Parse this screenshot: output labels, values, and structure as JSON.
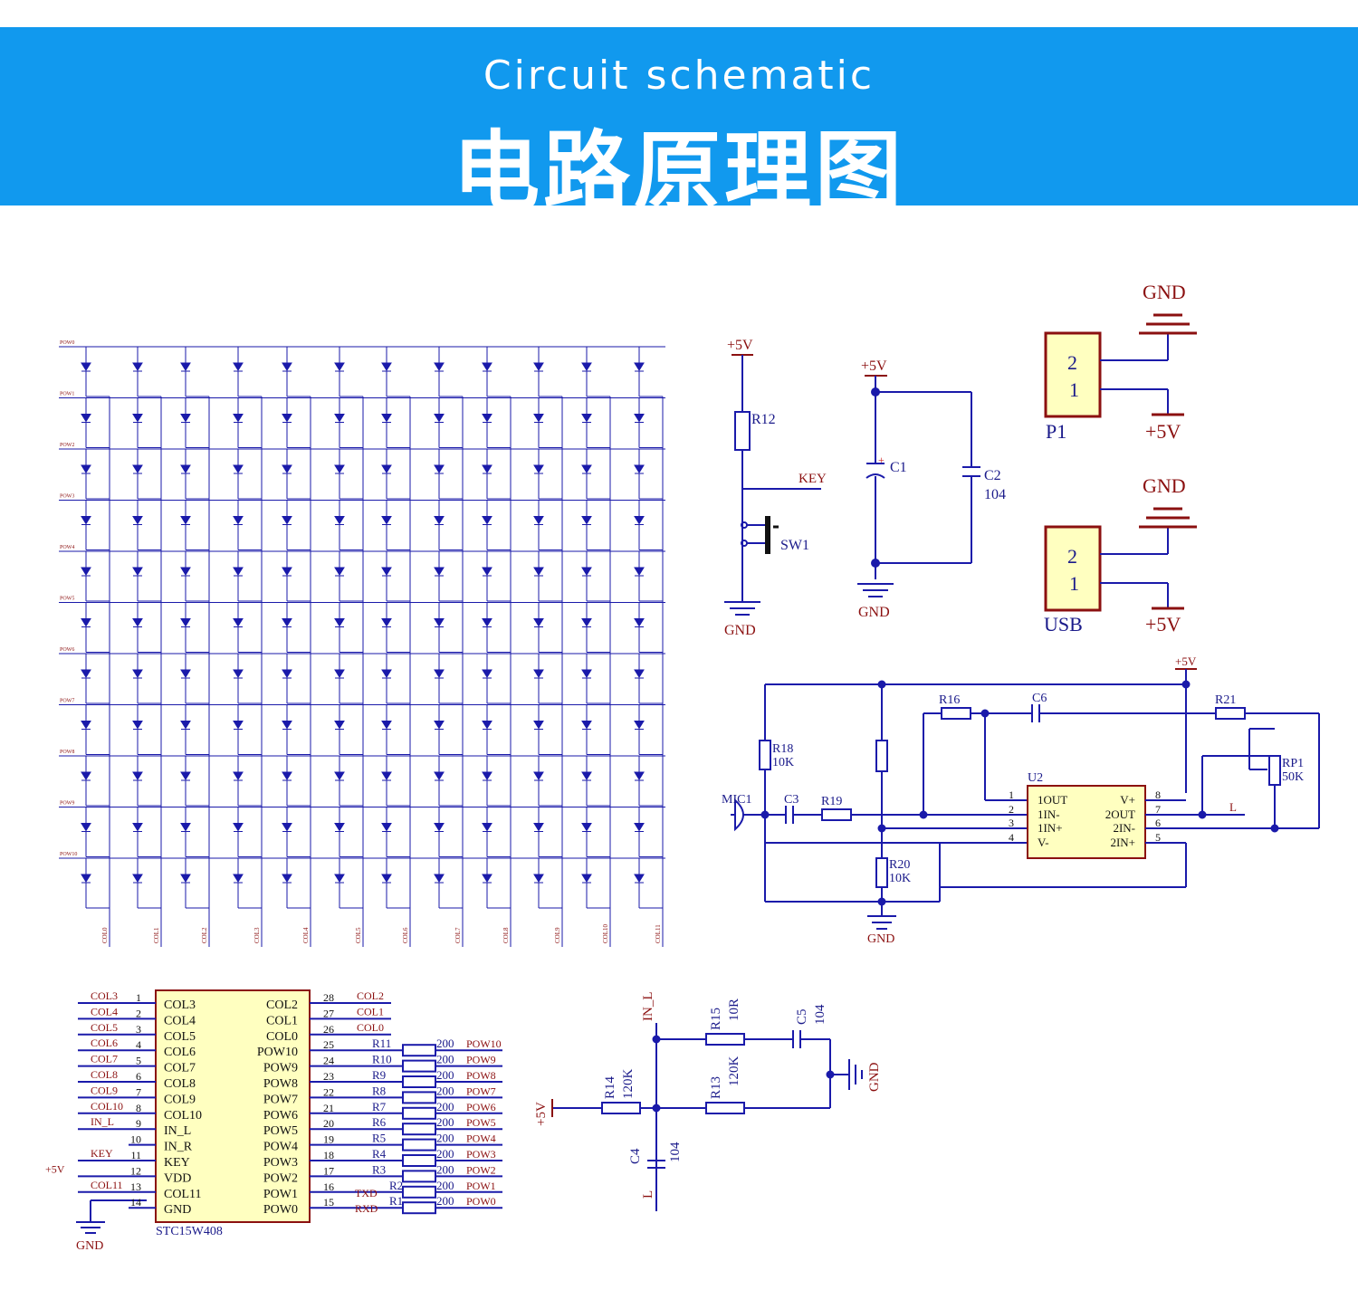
{
  "header": {
    "title_en": "Circuit schematic",
    "title_cn": "电路原理图"
  },
  "colors": {
    "banner": "#1199ee",
    "wire": "#1a1aaa",
    "label": "#8b1010",
    "body": "#ffffc0"
  },
  "matrix": {
    "row_labels": [
      "POW0",
      "POW1",
      "POW2",
      "POW3",
      "POW4",
      "POW5",
      "POW6",
      "POW7",
      "POW8",
      "POW9",
      "POW10"
    ],
    "col_labels": [
      "COL0",
      "COL1",
      "COL2",
      "COL3",
      "COL4",
      "COL5",
      "COL6",
      "COL7",
      "COL8",
      "COL9",
      "COL10",
      "COL11"
    ]
  },
  "key_circuit": {
    "vcc": "+5V",
    "resistor": "R12",
    "net": "KEY",
    "switch": "SW1",
    "gnd": "GND"
  },
  "cap_circuit": {
    "vcc": "+5V",
    "c1": "C1",
    "c2": "C2",
    "c2_value": "104",
    "gnd": "GND"
  },
  "p1": {
    "pin2": "2",
    "pin1": "1",
    "name": "P1",
    "gnd": "GND",
    "vcc": "+5V"
  },
  "usb": {
    "pin2": "2",
    "pin1": "1",
    "name": "USB",
    "gnd": "GND",
    "vcc": "+5V"
  },
  "amp": {
    "vcc": "+5V",
    "r16": "R16",
    "c6": "C6",
    "r21": "R21",
    "r18": "R18",
    "r18_value": "10K",
    "rp1": "RP1",
    "rp1_value": "50K",
    "u2": "U2",
    "mic": "MIC1",
    "c3": "C3",
    "r19": "R19",
    "r20": "R20",
    "r20_value": "10K",
    "out_net": "L",
    "gnd": "GND",
    "left_pins": [
      [
        "1",
        "1OUT"
      ],
      [
        "2",
        "1IN-"
      ],
      [
        "3",
        "1IN+"
      ],
      [
        "4",
        "V-"
      ]
    ],
    "right_pins": [
      [
        "8",
        "V+"
      ],
      [
        "7",
        "2OUT"
      ],
      [
        "6",
        "2IN-"
      ],
      [
        "5",
        "2IN+"
      ]
    ]
  },
  "mcu": {
    "name": "STC15W408",
    "left": [
      {
        "net": "COL3",
        "pin": "1",
        "func": "COL3"
      },
      {
        "net": "COL4",
        "pin": "2",
        "func": "COL4"
      },
      {
        "net": "COL5",
        "pin": "3",
        "func": "COL5"
      },
      {
        "net": "COL6",
        "pin": "4",
        "func": "COL6"
      },
      {
        "net": "COL7",
        "pin": "5",
        "func": "COL7"
      },
      {
        "net": "COL8",
        "pin": "6",
        "func": "COL8"
      },
      {
        "net": "COL9",
        "pin": "7",
        "func": "COL9"
      },
      {
        "net": "COL10",
        "pin": "8",
        "func": "COL10"
      },
      {
        "net": "IN_L",
        "pin": "9",
        "func": "IN_L"
      },
      {
        "net": "",
        "pin": "10",
        "func": "IN_R"
      },
      {
        "net": "KEY",
        "pin": "11",
        "func": "KEY"
      },
      {
        "net": "+5V",
        "pin": "12",
        "func": "VDD"
      },
      {
        "net": "COL11",
        "pin": "13",
        "func": "COL11"
      },
      {
        "net": "",
        "pin": "14",
        "func": "GND"
      }
    ],
    "right": [
      {
        "pin": "28",
        "func": "COL2",
        "net": "COL2"
      },
      {
        "pin": "27",
        "func": "COL1",
        "net": "COL1"
      },
      {
        "pin": "26",
        "func": "COL0",
        "net": "COL0"
      },
      {
        "pin": "25",
        "func": "POW10",
        "res": "R11",
        "val": "200",
        "net": "POW10"
      },
      {
        "pin": "24",
        "func": "POW9",
        "res": "R10",
        "val": "200",
        "net": "POW9"
      },
      {
        "pin": "23",
        "func": "POW8",
        "res": "R9",
        "val": "200",
        "net": "POW8"
      },
      {
        "pin": "22",
        "func": "POW7",
        "res": "R8",
        "val": "200",
        "net": "POW7"
      },
      {
        "pin": "21",
        "func": "POW6",
        "res": "R7",
        "val": "200",
        "net": "POW6"
      },
      {
        "pin": "20",
        "func": "POW5",
        "res": "R6",
        "val": "200",
        "net": "POW5"
      },
      {
        "pin": "19",
        "func": "POW4",
        "res": "R5",
        "val": "200",
        "net": "POW4"
      },
      {
        "pin": "18",
        "func": "POW3",
        "res": "R4",
        "val": "200",
        "net": "POW3"
      },
      {
        "pin": "17",
        "func": "POW2",
        "res": "R3",
        "val": "200",
        "net": "POW2"
      },
      {
        "pin": "16",
        "func": "POW1",
        "res": "R2",
        "val": "200",
        "net": "POW1",
        "extra": "TXD"
      },
      {
        "pin": "15",
        "func": "POW0",
        "res": "R1",
        "val": "200",
        "net": "POW0",
        "extra": "RXD"
      }
    ],
    "gnd": "GND"
  },
  "filter": {
    "in_net": "IN_L",
    "vcc": "+5V",
    "r15": "R15",
    "r15_value": "10R",
    "c5": "C5",
    "c5_value": "104",
    "r14": "R14",
    "r14_value": "120K",
    "r13": "R13",
    "r13_value": "120K",
    "c4": "C4",
    "c4_value": "104",
    "out_net": "L",
    "gnd": "GND"
  }
}
